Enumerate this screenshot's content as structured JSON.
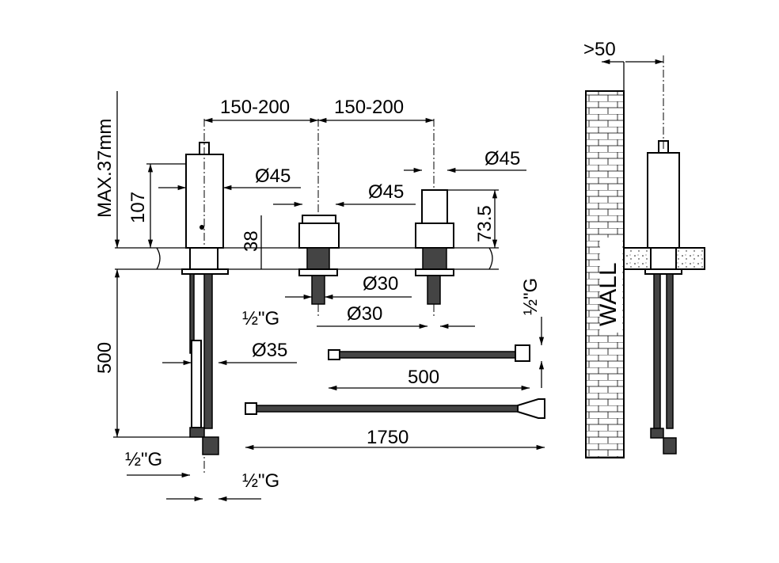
{
  "dimensions": {
    "wall_gap": ">50",
    "spacing_left": "150-200",
    "spacing_right": "150-200",
    "max_thickness": "MAX.37mm",
    "spout_height": "107",
    "spout_diameter": "Ø45",
    "valve_diameter_mid": "Ø45",
    "valve_diameter_right": "Ø45",
    "valve_height_mid": "38",
    "valve_height_right": "73.5",
    "stem_diameter_1": "Ø30",
    "stem_diameter_2": "Ø30",
    "thread_mid": "½\"G",
    "shank_diameter": "Ø35",
    "shank_length": "500",
    "hose_short_length": "500",
    "hose_long_length": "1750",
    "thread_bottom_left": "½\"G",
    "thread_bottom_right": "½\"G",
    "thread_hose": "½\"G",
    "wall_label": "WALL"
  }
}
